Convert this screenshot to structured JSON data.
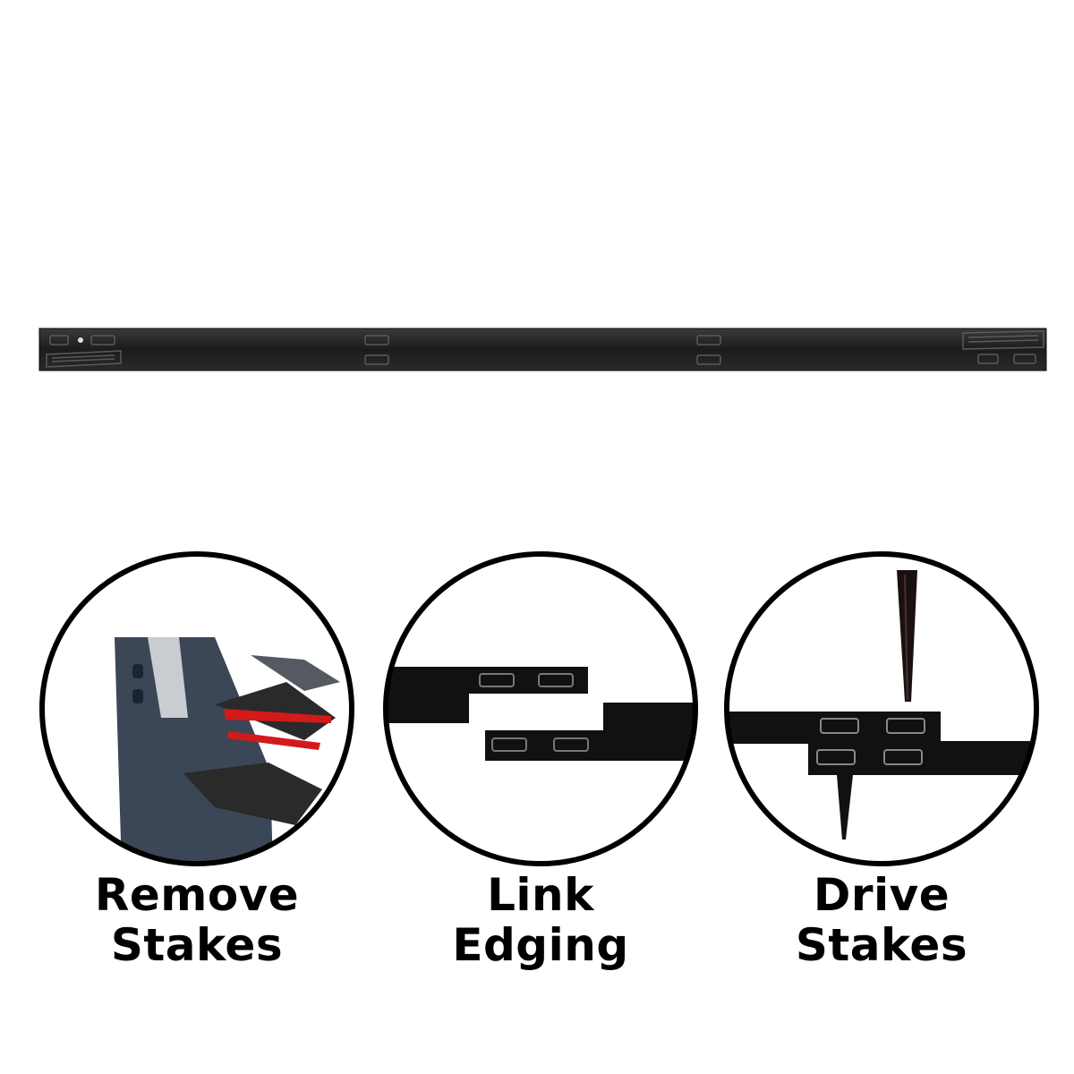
{
  "product": {
    "image_alt": "black metal landscape edging strip with stake slots",
    "colors": {
      "steel": "#202020",
      "steel_edge": "#0b0b0b",
      "slot": "#4a4a4a"
    }
  },
  "steps": [
    {
      "line1": "Remove",
      "line2": "Stakes",
      "icon": "pliers-remove-stake-icon"
    },
    {
      "line1": "Link",
      "line2": "Edging",
      "icon": "link-edging-icon"
    },
    {
      "line1": "Drive",
      "line2": "Stakes",
      "icon": "drive-stake-icon"
    }
  ]
}
